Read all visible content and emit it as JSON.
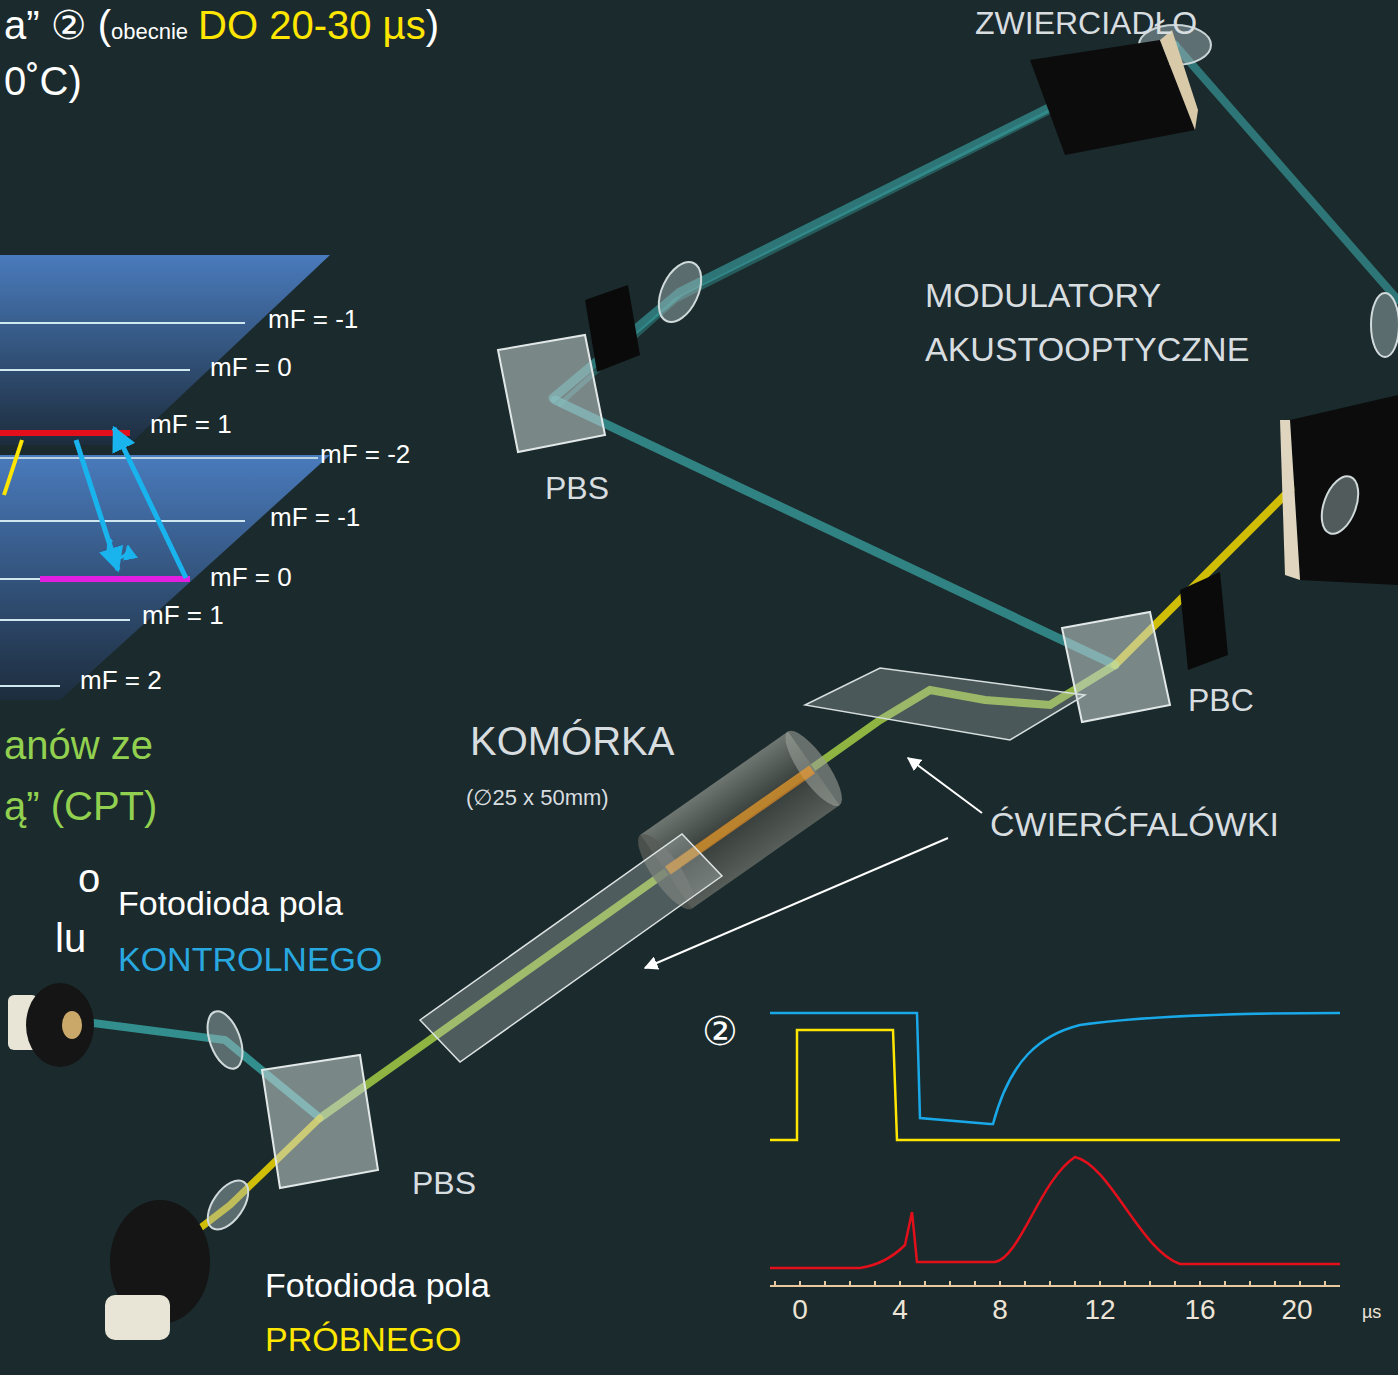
{
  "diagram": {
    "labels": [
      "a” ② (",
      "obecnie",
      "DO 20-30 µs",
      ")",
      "ZWIERCIADŁO",
      "0˚C)",
      "MODULATORY AKUSTOOPTYCZNE",
      "mF = -1",
      "mF = 0",
      "mF = 1",
      "mF = -2",
      "PBS",
      "mF = -1",
      "mF = 0",
      "mF = 1",
      "mF = 2",
      "PBC",
      "anów ze",
      "KOMÓRKA",
      "(∅25 x 50mm)",
      "ą” (CPT)",
      "ĆWIERĆFALÓWKI",
      "o",
      "Fotodioda pola",
      "lu",
      "KONTROLNEGO",
      "②",
      "PBS",
      "Fotodioda pola",
      "PRÓBNEGO",
      "0",
      "4",
      "8",
      "12",
      "16",
      "20",
      "µs"
    ]
  }
}
